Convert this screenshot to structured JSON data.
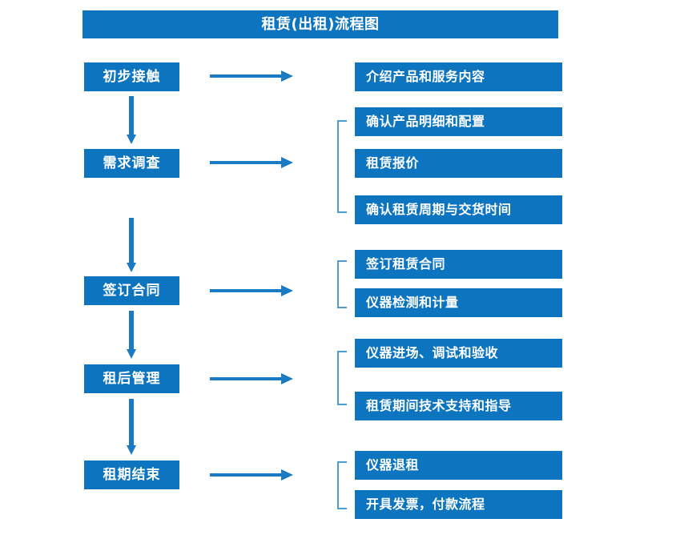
{
  "title": {
    "text": "租赁(出租)流程图"
  },
  "colors": {
    "box_blue": "#0d74c0",
    "arrow_blue": "#1b7ac4",
    "bracket_blue": "#4d9bd4",
    "box_text": "#ffffff",
    "background": "#ffffff"
  },
  "diagram_type": "flowchart",
  "stages": [
    {
      "label": "初步接触",
      "arrow_icon": "right-arrow-icon",
      "has_bracket": false,
      "details": [
        {
          "label": "介绍产品和服务内容"
        }
      ]
    },
    {
      "label": "需求调查",
      "arrow_icon": "right-arrow-icon",
      "has_bracket": true,
      "details": [
        {
          "label": "确认产品明细和配置"
        },
        {
          "label": "租赁报价"
        },
        {
          "label": "确认租赁周期与交货时间"
        }
      ]
    },
    {
      "label": "签订合同",
      "arrow_icon": "right-arrow-icon",
      "has_bracket": true,
      "details": [
        {
          "label": "签订租赁合同"
        },
        {
          "label": "仪器检测和计量"
        }
      ]
    },
    {
      "label": "租后管理",
      "arrow_icon": "right-arrow-icon",
      "has_bracket": true,
      "details": [
        {
          "label": "仪器进场、调试和验收"
        },
        {
          "label": "租赁期间技术支持和指导"
        }
      ]
    },
    {
      "label": "租期结束",
      "arrow_icon": "right-arrow-icon",
      "has_bracket": true,
      "details": [
        {
          "label": "仪器退租"
        },
        {
          "label": "开具发票，付款流程"
        }
      ]
    }
  ],
  "connectors": {
    "vertical_arrow_icon": "down-arrow-icon",
    "count": 4
  }
}
